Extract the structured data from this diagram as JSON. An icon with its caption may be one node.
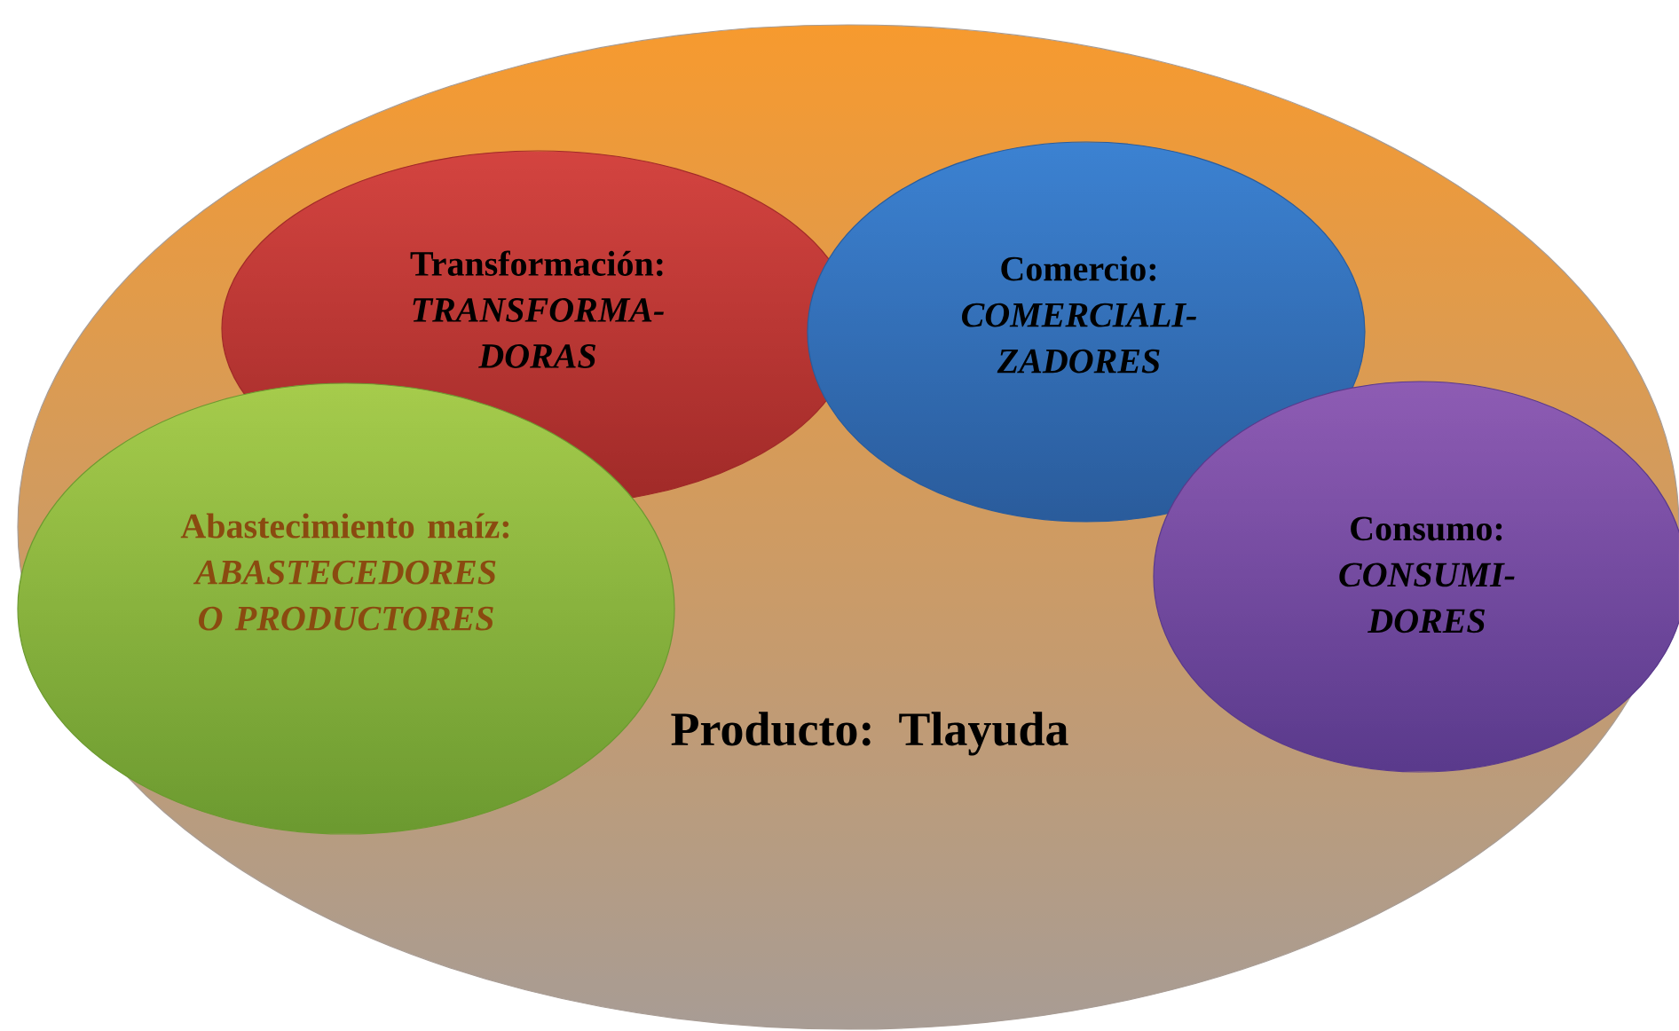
{
  "diagram": {
    "nodes": [
      {
        "text": [
          "Producto: Tlayuda"
        ]
      },
      {
        "text": [
          "Transformación:",
          "TRANSFORMA-DORAS"
        ],
        "in": 0
      },
      {
        "text": [
          "Comercio:",
          "COMERCIALI-ZADORES"
        ],
        "in": 0
      },
      {
        "text": [
          "Abastecimiento maíz:",
          "ABASTECEDORES O PRODUCTORES"
        ],
        "in": 0
      },
      {
        "text": [
          "Consumo:",
          "CONSUMI-DORES"
        ],
        "in": 0
      }
    ]
  }
}
